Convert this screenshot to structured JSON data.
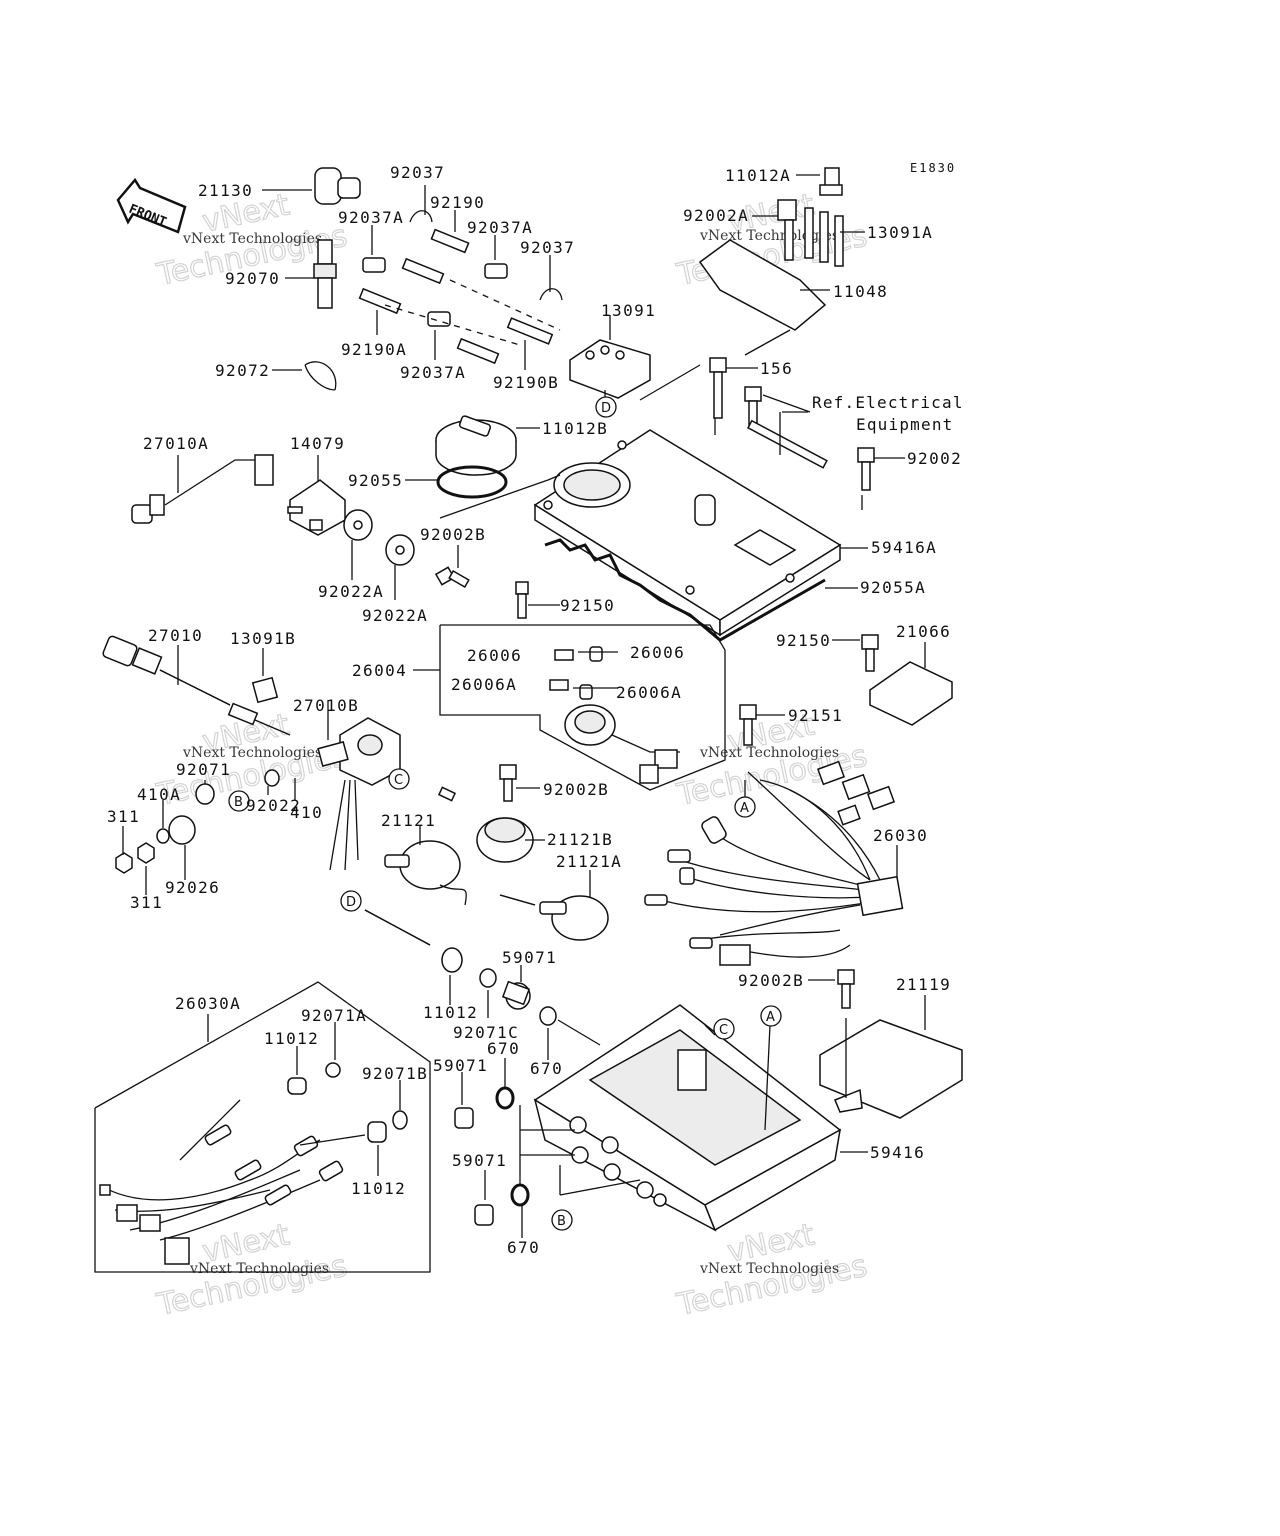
{
  "diagram_code": "E1830",
  "front_arrow_label": "FRONT",
  "watermark": {
    "brand": "vNext",
    "brand_full": "Technologies",
    "caption": "vNext Technologies"
  },
  "labels": {
    "l21130": "21130",
    "l92037_top": "92037",
    "l92190": "92190",
    "l92037A_1": "92037A",
    "l92037A_2": "92037A",
    "l92037_mid": "92037",
    "l92070": "92070",
    "l13091": "13091",
    "l92190A": "92190A",
    "l92037A_3": "92037A",
    "l92190B": "92190B",
    "l92072": "92072",
    "l11012A": "11012A",
    "l92002A": "92002A",
    "l13091A": "13091A",
    "l11048": "11048",
    "l156": "156",
    "l11012B": "11012B",
    "l27010A": "27010A",
    "l14079": "14079",
    "l92055": "92055",
    "l92002": "92002",
    "l92002B_1": "92002B",
    "l59416A": "59416A",
    "l92022A_1": "92022A",
    "l92022A_2": "92022A",
    "l92055A": "92055A",
    "l92150_1": "92150",
    "l27010": "27010",
    "l13091B": "13091B",
    "l26006_1": "26006",
    "l26006_2": "26006",
    "l26004": "26004",
    "l26006A_1": "26006A",
    "l26006A_2": "26006A",
    "l92150_2": "92150",
    "l21066": "21066",
    "l92151": "92151",
    "l27010B": "27010B",
    "l92071": "92071",
    "l410A": "410A",
    "l311_1": "311",
    "l92022": "92022",
    "l410": "410",
    "l92002B_2": "92002B",
    "l21121": "21121",
    "l21121B": "21121B",
    "l21121A": "21121A",
    "l26030": "26030",
    "l92026": "92026",
    "l311_2": "311",
    "l59071_1": "59071",
    "l11012_1": "11012",
    "l92071C": "92071C",
    "l92002B_3": "92002B",
    "l21119": "21119",
    "l26030A": "26030A",
    "l92071A": "92071A",
    "l11012_2": "11012",
    "l670_1": "670",
    "l670_2": "670",
    "l59071_2": "59071",
    "l92071B": "92071B",
    "l59416": "59416",
    "l11012_3": "11012",
    "l59071_3": "59071",
    "l670_3": "670"
  },
  "reference_note": {
    "line1": "Ref.Electrical",
    "line2": "Equipment"
  },
  "callouts": {
    "A": "A",
    "B": "B",
    "C": "C",
    "D": "D"
  }
}
